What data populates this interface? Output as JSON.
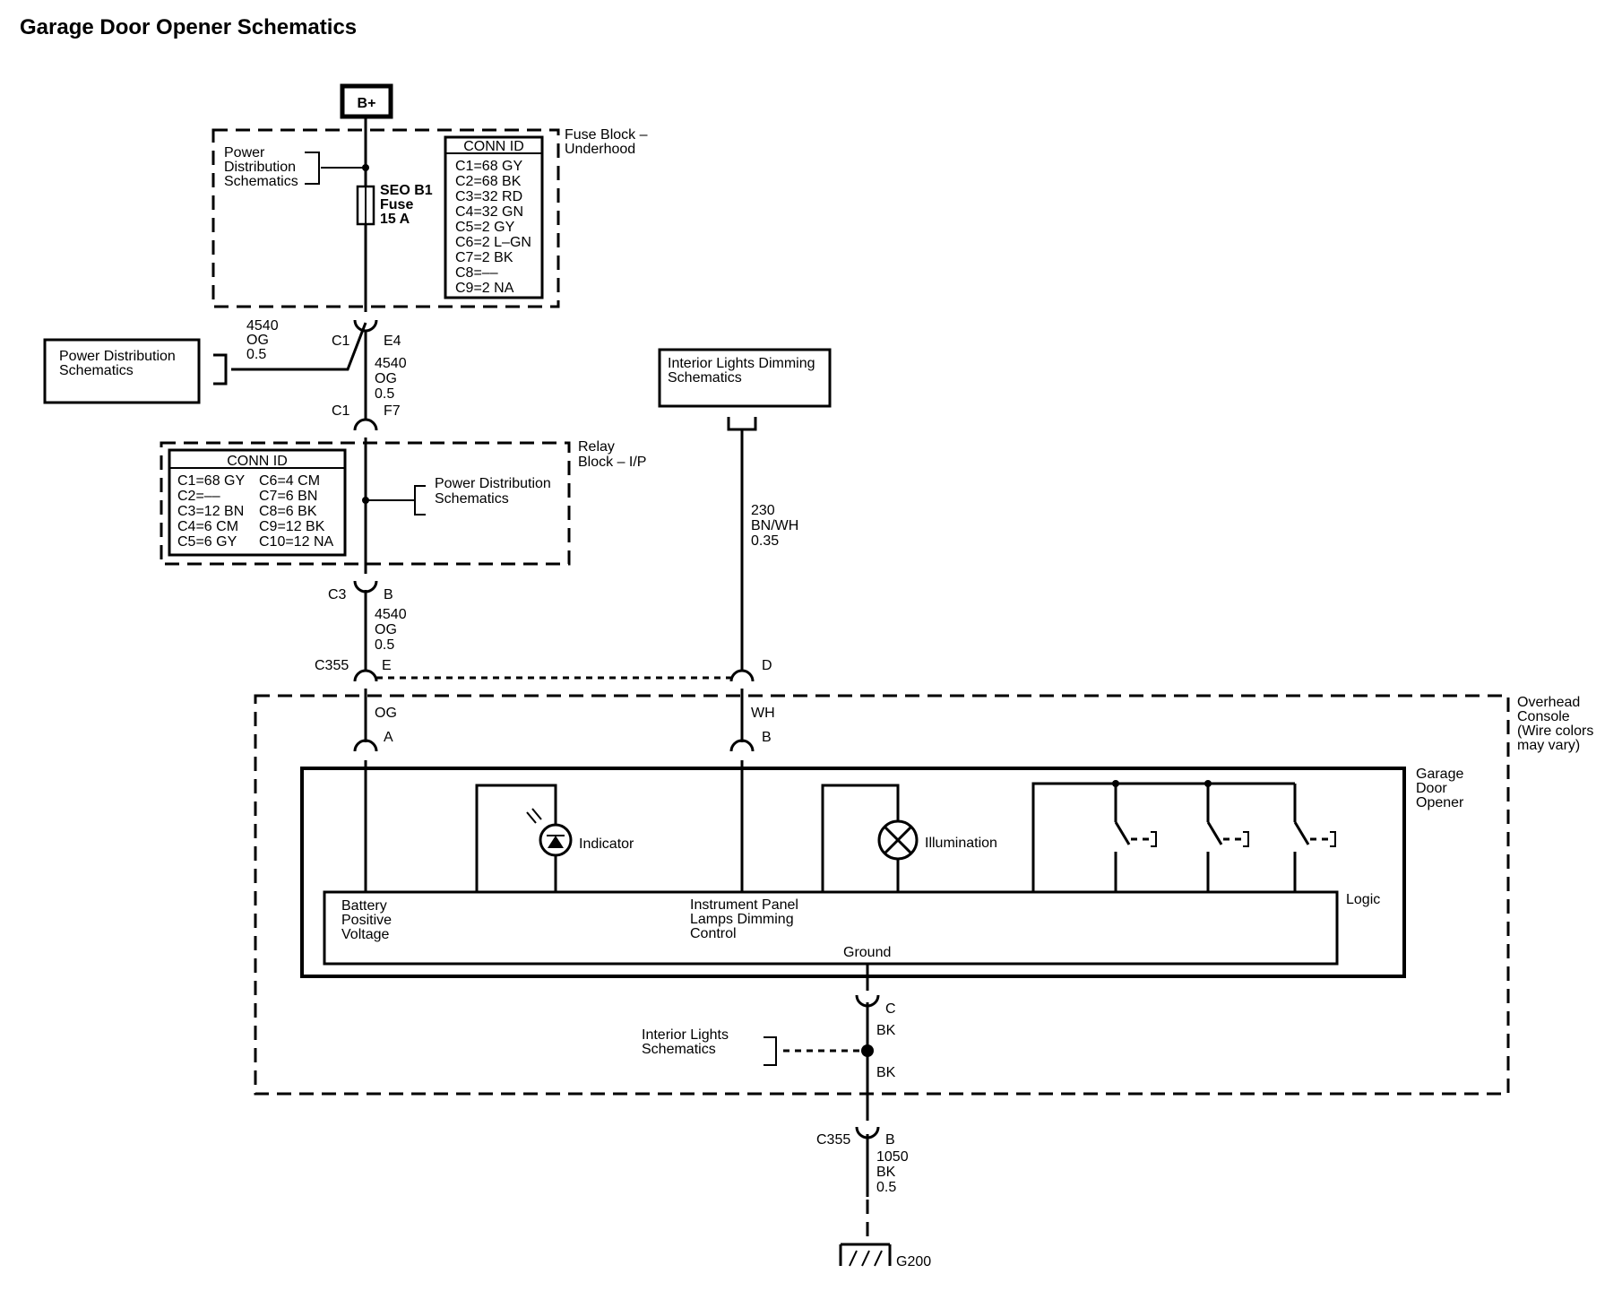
{
  "title": "Garage Door Opener Schematics",
  "power_source": "B+",
  "fuse_block": {
    "label_lines": [
      "Fuse Block –",
      "Underhood"
    ],
    "side_ref_lines": [
      "Power",
      "Distribution",
      "Schematics"
    ],
    "fuse_lines": [
      "SEO B1",
      "Fuse",
      "15 A"
    ],
    "conn_id_title": "CONN ID",
    "conn_ids": [
      "C1=68 GY",
      "C2=68 BK",
      "C3=32 RD",
      "C4=32 GN",
      "C5=2 GY",
      "C6=2 L–GN",
      "C7=2 BK",
      "C8=––",
      "C9=2 NA"
    ]
  },
  "power_dist_box_lines": [
    "Power Distribution",
    "Schematics"
  ],
  "splice_wire_lines": [
    "4540",
    "OG",
    "0.5"
  ],
  "conn_c1_upper": {
    "conn": "C1",
    "pin": "E4"
  },
  "wire_4540_mid_lines": [
    "4540",
    "OG",
    "0.5"
  ],
  "conn_c1_lower": {
    "conn": "C1",
    "pin": "F7"
  },
  "relay_block": {
    "label_lines": [
      "Relay",
      "Block – I/P"
    ],
    "conn_id_title": "CONN ID",
    "col1": [
      "C1=68 GY",
      "C2=––",
      "C3=12 BN",
      "C4=6 CM",
      "C5=6 GY"
    ],
    "col2": [
      "C6=4 CM",
      "C7=6 BN",
      "C8=6 BK",
      "C9=12 BK",
      "C10=12 NA"
    ],
    "side_ref_lines": [
      "Power Distribution",
      "Schematics"
    ]
  },
  "conn_c3": {
    "conn": "C3",
    "pin": "B"
  },
  "wire_4540_low_lines": [
    "4540",
    "OG",
    "0.5"
  ],
  "conn_c355_top": {
    "conn": "C355",
    "pin_e": "E",
    "pin_d": "D"
  },
  "interior_dimming_box_lines": [
    "Interior Lights Dimming",
    "Schematics"
  ],
  "wire_230_lines": [
    "230",
    "BN/WH",
    "0.35"
  ],
  "overhead_console": {
    "label_lines": [
      "Overhead",
      "Console",
      "(Wire colors",
      "may vary)"
    ],
    "wire_og": "OG",
    "pin_a": "A",
    "wire_wh": "WH",
    "pin_b": "B"
  },
  "garage_door_opener": {
    "label_lines": [
      "Garage",
      "Door",
      "Opener"
    ],
    "indicator": "Indicator",
    "illumination": "Illumination",
    "logic": "Logic",
    "battery_lines": [
      "Battery",
      "Positive",
      "Voltage"
    ],
    "ip_dimming_lines": [
      "Instrument Panel",
      "Lamps Dimming",
      "Control"
    ],
    "ground": "Ground",
    "pin_c": "C"
  },
  "ground_circuit": {
    "bk_upper": "BK",
    "bk_lower": "BK",
    "interior_ref_lines": [
      "Interior Lights",
      "Schematics"
    ],
    "conn": "C355",
    "pin": "B",
    "wire_lines": [
      "1050",
      "BK",
      "0.5"
    ],
    "ground_id": "G200"
  }
}
